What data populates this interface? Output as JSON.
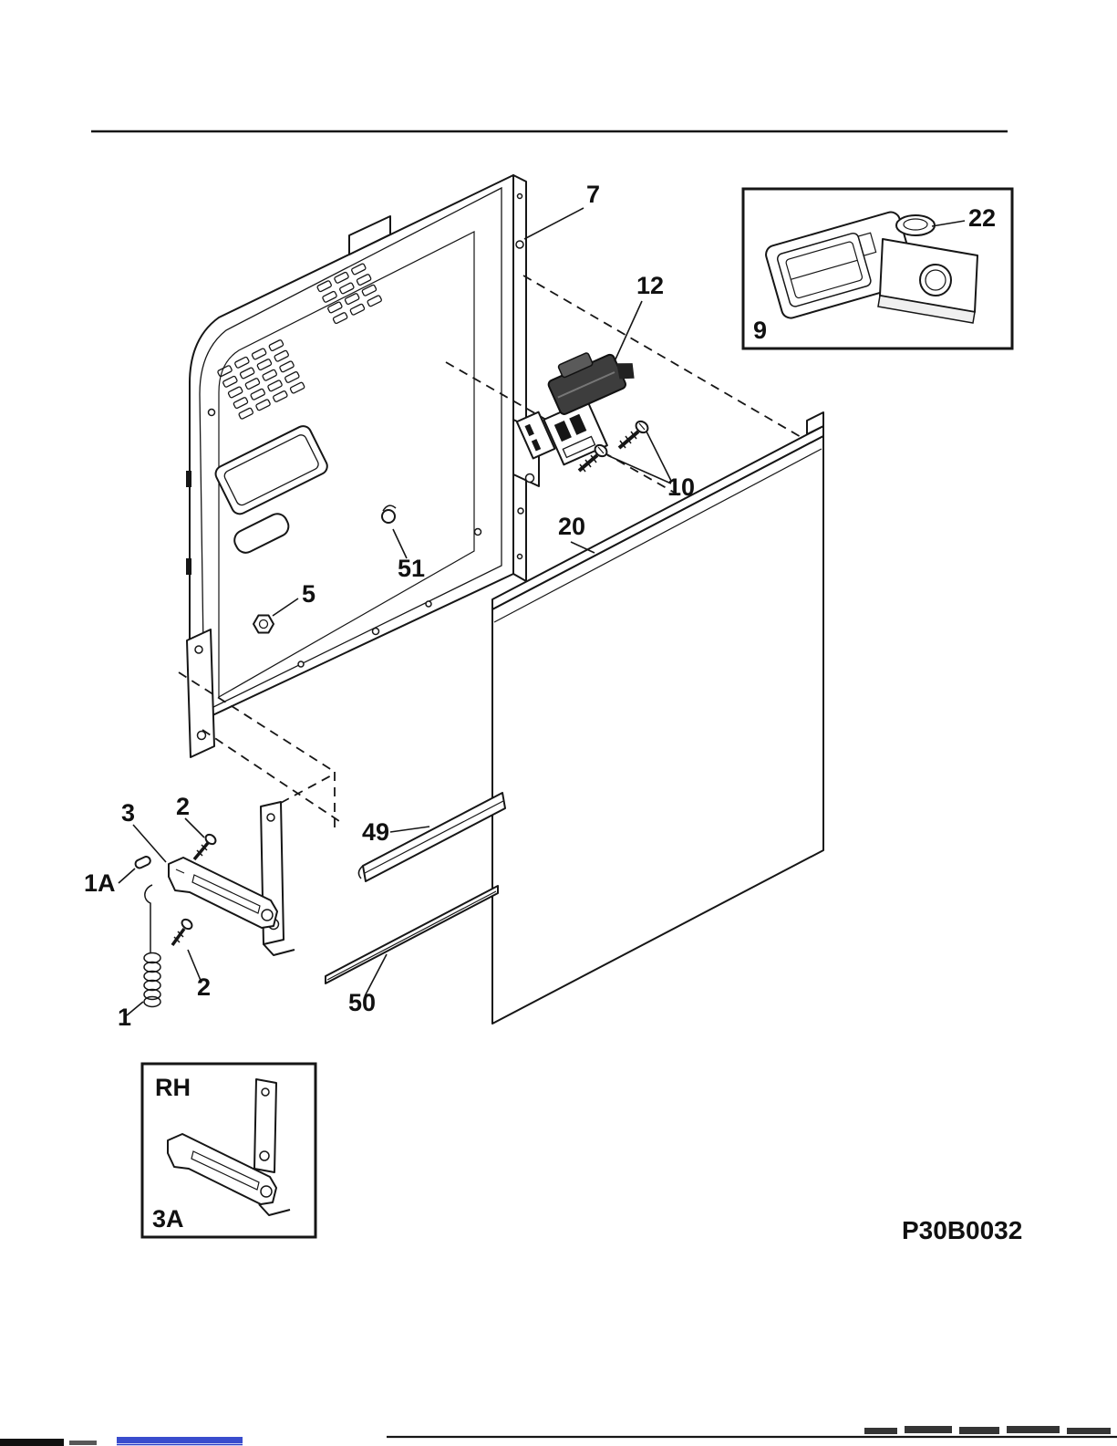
{
  "figure": {
    "code": "P30B0032",
    "callouts": {
      "c1": "1",
      "c1a": "1A",
      "c2_upper": "2",
      "c2_lower": "2",
      "c3": "3",
      "c5": "5",
      "c7": "7",
      "c9": "9",
      "c10": "10",
      "c12": "12",
      "c20": "20",
      "c22": "22",
      "c49": "49",
      "c50": "50",
      "c51": "51"
    },
    "inset_rh": {
      "title": "RH",
      "part": "3A"
    }
  },
  "colors": {
    "line": "#161616",
    "link_fragment": "#2438c8"
  }
}
